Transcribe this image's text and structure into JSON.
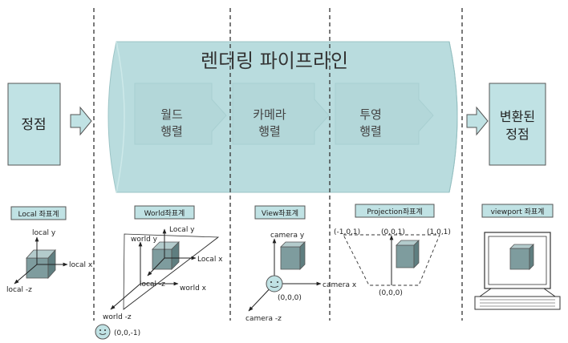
{
  "pipeline": {
    "title": "렌더링 파이프라인",
    "input_box": "정점",
    "output_box": [
      "변환된",
      "정점"
    ],
    "stages": [
      {
        "line1": "월드",
        "line2": "행렬"
      },
      {
        "line1": "카메라",
        "line2": "행렬"
      },
      {
        "line1": "투영",
        "line2": "행렬"
      }
    ]
  },
  "coordinate_systems": [
    {
      "label": "Local 좌표계"
    },
    {
      "label": "World좌표계"
    },
    {
      "label": "View좌표계"
    },
    {
      "label": "Projection좌표계"
    },
    {
      "label": "viewport 좌표계"
    }
  ],
  "local_axes": {
    "y": "local y",
    "x": "local x",
    "z": "local -z"
  },
  "world_axes": {
    "world_y": "world y",
    "world_x": "world x",
    "world_z": "world -z",
    "local_y": "Local y",
    "local_x": "Local x",
    "local_z": "local -z",
    "camera_pos": "(0,0,-1)"
  },
  "view_axes": {
    "y": "camera y",
    "x": "camera x",
    "z": "camera -z",
    "origin": "(0,0,0)"
  },
  "projection_labels": {
    "left": "(-1,0,1)",
    "top": "(0,0,1)",
    "right": "(1,0,1)",
    "bottom": "(0,0,0)"
  },
  "colors": {
    "cylinder": "#b8dcde",
    "box": "#c0e2e4",
    "cube_front": "#7e9c9e",
    "cube_top": "#b3cbcc",
    "cube_side": "#5f7e80"
  }
}
